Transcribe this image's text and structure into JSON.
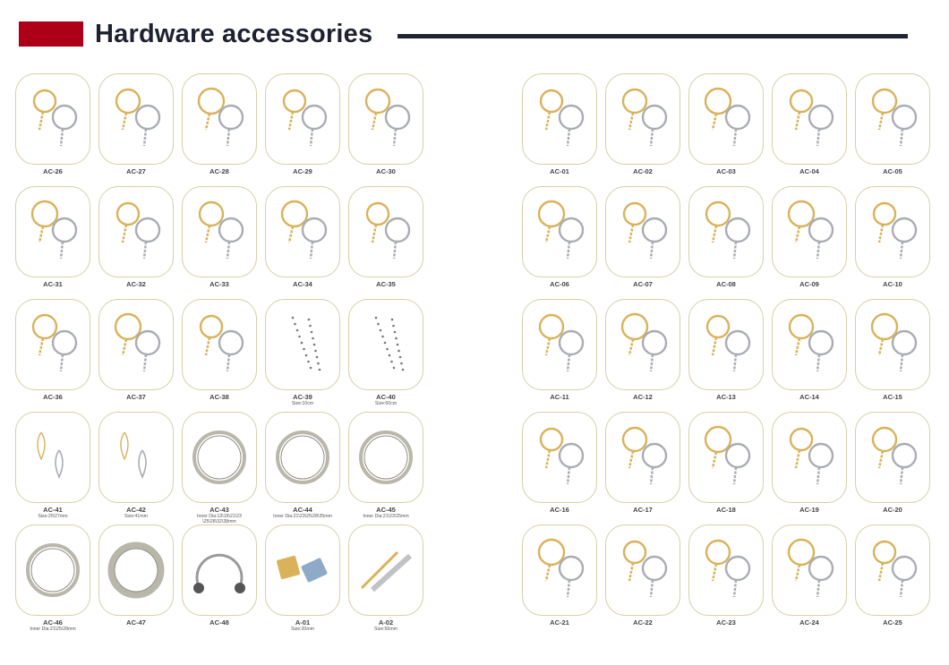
{
  "header": {
    "title": "Hardware accessories",
    "accent_color": "#ad0018",
    "title_color": "#1e2230"
  },
  "colors": {
    "card_border": "#d6cfa8",
    "gold": "#d9b25a",
    "silver": "#a9adb3"
  },
  "left_grid": [
    {
      "code": "AC-26",
      "note": "",
      "icon": "split-ring-chain-pair"
    },
    {
      "code": "AC-27",
      "note": "",
      "icon": "split-ring-chain-pair"
    },
    {
      "code": "AC-28",
      "note": "",
      "icon": "split-ring-chain-pair"
    },
    {
      "code": "AC-29",
      "note": "",
      "icon": "split-ring-swivel-pair"
    },
    {
      "code": "AC-30",
      "note": "",
      "icon": "split-ring-chain-pair"
    },
    {
      "code": "AC-31",
      "note": "",
      "icon": "ring-s-hook-pair"
    },
    {
      "code": "AC-32",
      "note": "",
      "icon": "lobster-clasp-pair"
    },
    {
      "code": "AC-33",
      "note": "",
      "icon": "lobster-pin-pair"
    },
    {
      "code": "AC-34",
      "note": "",
      "icon": "split-ring-pin-pair"
    },
    {
      "code": "AC-35",
      "note": "",
      "icon": "snap-hook-pair"
    },
    {
      "code": "AC-36",
      "note": "",
      "icon": "swivel-snap-hook-pair"
    },
    {
      "code": "AC-37",
      "note": "",
      "icon": "snap-hook-pair"
    },
    {
      "code": "AC-38",
      "note": "",
      "icon": "snap-hook-pair"
    },
    {
      "code": "AC-39",
      "note": "Size:10cm",
      "icon": "ball-chain"
    },
    {
      "code": "AC-40",
      "note": "Size:60cm",
      "icon": "ball-chain"
    },
    {
      "code": "AC-41",
      "note": "Size:25\\27mm",
      "icon": "spring-clip-pair"
    },
    {
      "code": "AC-42",
      "note": "Size:41mm",
      "icon": "spring-clip-pair"
    },
    {
      "code": "AC-43",
      "note": "Inner Dia:13\\16\\21\\23",
      "note2": "\\25\\28\\32\\38mm",
      "icon": "split-ring"
    },
    {
      "code": "AC-44",
      "note": "Inner Dia:21\\23\\25\\28\\35mm",
      "icon": "split-ring"
    },
    {
      "code": "AC-45",
      "note": "Inner Dia:21\\23\\25mm",
      "icon": "split-ring"
    },
    {
      "code": "AC-46",
      "note": "Inner Dia:21\\25\\28mm",
      "icon": "split-ring"
    },
    {
      "code": "AC-47",
      "note": "",
      "icon": "flat-split-ring"
    },
    {
      "code": "AC-48",
      "note": "",
      "icon": "horseshoe-ring"
    },
    {
      "code": "A-01",
      "note": "Size:20mm",
      "icon": "alligator-clip-pair"
    },
    {
      "code": "A-02",
      "note": "Size:56mm",
      "icon": "tie-clip-pair"
    }
  ],
  "right_grid": [
    {
      "code": "AC-01",
      "note": "",
      "icon": "lobster-ring-pair"
    },
    {
      "code": "AC-02",
      "note": "",
      "icon": "lobster-ring-pair"
    },
    {
      "code": "AC-03",
      "note": "",
      "icon": "lobster-ring-pair"
    },
    {
      "code": "AC-04",
      "note": "",
      "icon": "pull-apart-pair"
    },
    {
      "code": "AC-05",
      "note": "",
      "icon": "d-ring-chain-pair"
    },
    {
      "code": "AC-06",
      "note": "",
      "icon": "d-ring-chain-pair"
    },
    {
      "code": "AC-07",
      "note": "",
      "icon": "carabiner-chain-pair"
    },
    {
      "code": "AC-08",
      "note": "",
      "icon": "split-ring-chain-pair"
    },
    {
      "code": "AC-09",
      "note": "",
      "icon": "lobster-ring-pair"
    },
    {
      "code": "AC-10",
      "note": "",
      "icon": "swivel-clasp-pair"
    },
    {
      "code": "AC-11",
      "note": "",
      "icon": "lobster-ring-pair"
    },
    {
      "code": "AC-12",
      "note": "",
      "icon": "lobster-ring-pair"
    },
    {
      "code": "AC-13",
      "note": "",
      "icon": "lobster-ring-pair"
    },
    {
      "code": "AC-14",
      "note": "",
      "icon": "carabiner-chain-pair"
    },
    {
      "code": "AC-15",
      "note": "",
      "icon": "carabiner-chain-pair"
    },
    {
      "code": "AC-16",
      "note": "",
      "icon": "rect-ring-chain-pair"
    },
    {
      "code": "AC-17",
      "note": "",
      "icon": "split-ring-chain-pair"
    },
    {
      "code": "AC-18",
      "note": "",
      "icon": "split-ring-pair"
    },
    {
      "code": "AC-19",
      "note": "",
      "icon": "split-ring-chain-pair"
    },
    {
      "code": "AC-20",
      "note": "",
      "icon": "split-ring-spring-pair"
    },
    {
      "code": "AC-21",
      "note": "",
      "icon": "split-ring-pin-pair"
    },
    {
      "code": "AC-22",
      "note": "",
      "icon": "split-ring-chain-pair"
    },
    {
      "code": "AC-23",
      "note": "",
      "icon": "split-ring-chain-pair"
    },
    {
      "code": "AC-24",
      "note": "",
      "icon": "split-ring-chain-pair"
    },
    {
      "code": "AC-25",
      "note": "",
      "icon": "split-ring-swivel-pair"
    }
  ]
}
